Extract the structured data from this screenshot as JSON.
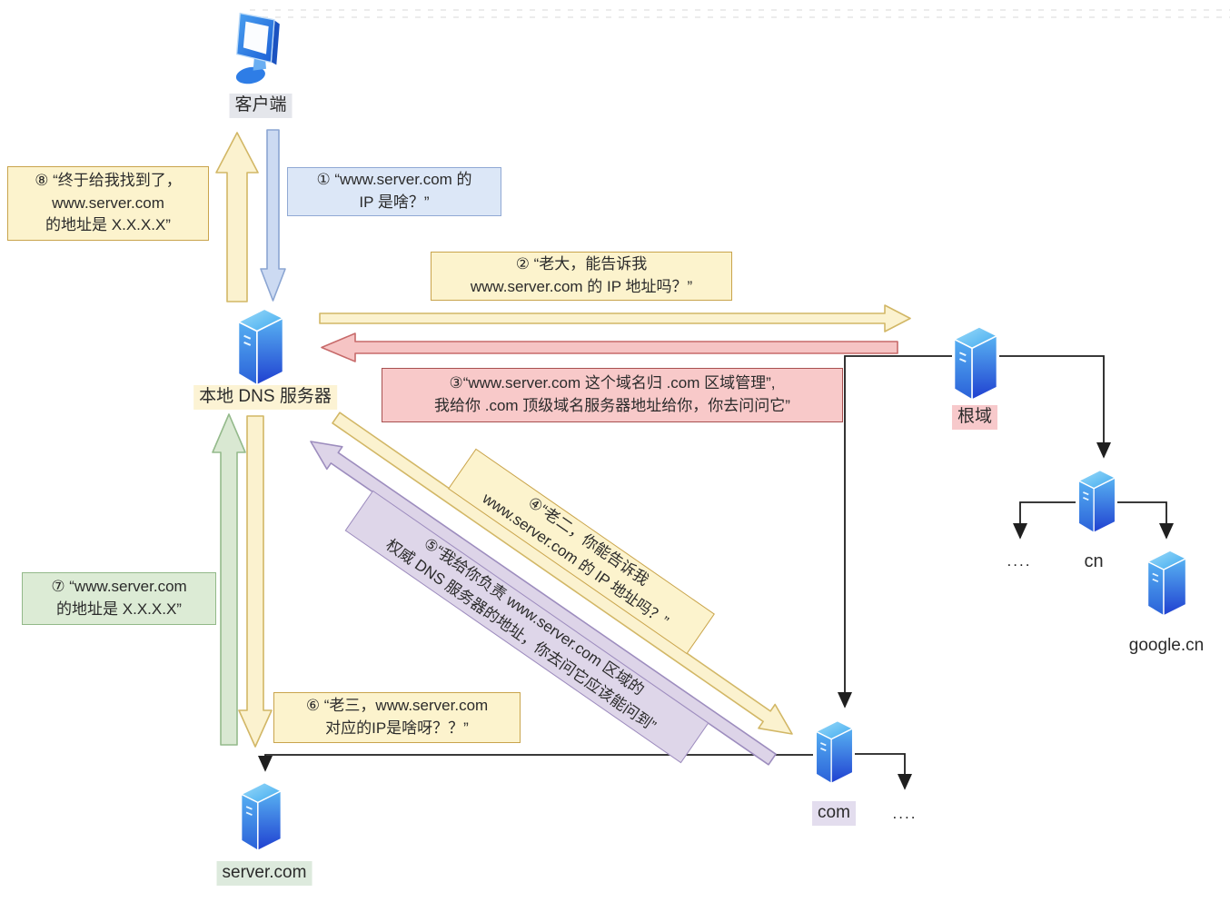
{
  "diagram_title": "DNS recursive resolution flow",
  "nodes": {
    "client": "客户端",
    "local_dns": "本地 DNS 服务器",
    "root": "根域",
    "cn": "cn",
    "google_cn": "google.cn",
    "com": "com",
    "server_com": "server.com",
    "cn_sibling_ellipsis": "....",
    "com_sibling_ellipsis": "...."
  },
  "messages": {
    "step1": "① “www.server.com 的\nIP 是啥？”",
    "step2": "② “老大，能告诉我\nwww.server.com 的 IP 地址吗？”",
    "step3": "③“www.server.com 这个域名归 .com 区域管理”,\n我给你 .com 顶级域名服务器地址给你，你去问问它”",
    "step4": "④“老二，你能告诉我\nwww.server.com 的 IP 地址吗？”",
    "step5": "⑤“我给你负责 www.server.com 区域的\n权威 DNS 服务器的地址，你去问它应该能问到”",
    "step6": "⑥ “老三，www.server.com\n对应的IP是啥呀？？”",
    "step7": "⑦ “www.server.com\n的地址是 X.X.X.X”",
    "step8": "⑧ “终于给我找到了，\nwww.server.com\n的地址是 X.X.X.X”"
  },
  "icons": {
    "client": "monitor-icon",
    "local_dns": "server-tower-icon",
    "root": "server-tower-icon",
    "cn": "server-tower-icon",
    "google_cn": "server-tower-icon",
    "com": "server-tower-icon",
    "server_com": "server-tower-icon"
  },
  "colors": {
    "msg_yellow_bg": "#fcf3cd",
    "msg_yellow_border": "#c9a44c",
    "msg_blue_bg": "#dce7f7",
    "msg_blue_border": "#90a9d4",
    "msg_pink_bg": "#f8c9c9",
    "msg_pink_border": "#a85050",
    "msg_green_bg": "#dcebd5",
    "msg_green_border": "#92b989",
    "msg_purple_bg": "#ded6e9",
    "msg_purple_border": "#9d8cbe",
    "arrow_yellow_fill": "#fbf2cf",
    "arrow_yellow_border": "#d2b766",
    "arrow_blue_fill": "#ccdaf2",
    "arrow_blue_border": "#8ba5d2",
    "arrow_red_fill": "#f6c4c4",
    "arrow_red_border": "#c76a6a",
    "arrow_green_fill": "#d9e8d2",
    "arrow_green_border": "#94ba8b",
    "arrow_purple_fill": "#ddd4e8",
    "arrow_purple_border": "#9d8dbe",
    "label_client_bg": "#e4e6eb",
    "label_dns_bg": "#fcf3d4",
    "label_root_bg": "#f7c9cb",
    "label_com_bg": "#e3ddee",
    "label_server_bg": "#ddeadd",
    "connector_line": "#1f1f1f",
    "server_blue_dark": "#1f3fd0",
    "server_blue_light": "#7fd0f5"
  }
}
